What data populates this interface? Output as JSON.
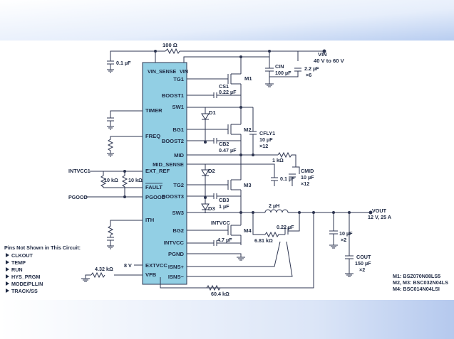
{
  "ic": {
    "pins_left": {
      "timer": "TIMER",
      "freq": "FREQ",
      "ext_ref": "EXT_REF",
      "fault": "FAULT",
      "pgood": "PGOOD",
      "ith": "ITH",
      "extvcc": "EXTVCC",
      "vfb": "VFB"
    },
    "pins_top": {
      "vin_sense": "VIN_SENSE",
      "vin": "VIN"
    },
    "pins_right": {
      "tg1": "TG1",
      "boost1": "BOOST1",
      "sw1": "SW1",
      "bg1": "BG1",
      "boost2": "BOOST2",
      "mid": "MID",
      "mid_sense": "MID_SENSE",
      "tg2": "TG2",
      "boost3": "BOOST3",
      "sw3": "SW3",
      "bg2": "BG2",
      "intvcc": "INTVCC",
      "pgnd": "PGND",
      "isns_plus": "ISNS+",
      "isns_minus": "ISNS−"
    }
  },
  "components": {
    "r_top": "100 Ω",
    "c_top": "0.1 µF",
    "vin_label": "VIN",
    "vin_range": "40 V to 60 V",
    "cin": "CIN",
    "cin_val": "100 µF",
    "c_22": "2.2 µF",
    "c_22_mult": "×6",
    "cs1": "CS1",
    "cs1_val": "0.22 µF",
    "m1": "M1",
    "d1": "D1",
    "m2": "M2",
    "cfly1": "CFLY1",
    "cfly1_val": "10 µF",
    "cfly1_mult": "×12",
    "cb2": "CB2",
    "cb2_val": "0.47 µF",
    "r_1k": "1 kΩ",
    "d2": "D2",
    "c_01": "0.1 µF",
    "cmid": "CMID",
    "cmid_val": "10 µF",
    "cmid_mult": "×12",
    "m3": "M3",
    "cb3": "CB3",
    "cb3_val": "1 µF",
    "d3": "D3",
    "inductor": "2 µH",
    "vout": "VOUT",
    "vout_spec": "12 V, 25 A",
    "intvcc_label": "INTVCC",
    "m4": "M4",
    "c_022": "0.22 µF",
    "r_681": "6.81 kΩ",
    "c_47": "4.7 µF",
    "c_10x2": "10 µF",
    "c_10x2_mult": "×2",
    "cout": "COUT",
    "cout_val": "150 µF",
    "cout_mult": "×2",
    "intvcc1": "INTVCC1",
    "r10k_a": "10 kΩ",
    "r10k_b": "10 kΩ",
    "pgood_ext": "PGOOD",
    "v8": "8 V",
    "r_432": "4.32 kΩ",
    "r_604": "60.4 kΩ"
  },
  "notes": {
    "title": "Pins Not Shown in This Circuit:",
    "items": [
      "CLKOUT",
      "TEMP",
      "RUN",
      "HYS_PRGM",
      "MODE/PLLIN",
      "TRACK/SS"
    ]
  },
  "bom": {
    "m1": "M1: BSZ070N08LS5",
    "m23": "M2, M3: BSC032N04LS",
    "m4": "M4: BSC014N04LSI"
  },
  "colors": {
    "ic_fill": "#92cfe4",
    "wire": "#2d3550",
    "bg_blue": "#c9daf4"
  }
}
